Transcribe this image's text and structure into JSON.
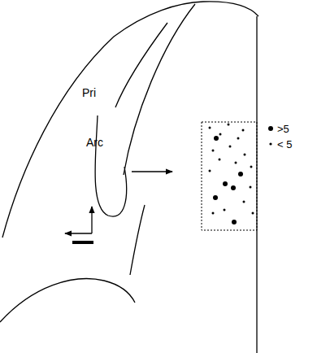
{
  "diagram": {
    "labels": [
      "Pri",
      "Arc"
    ],
    "legend": [
      {
        "text": ">5"
      },
      {
        "text": "< 5"
      }
    ]
  }
}
